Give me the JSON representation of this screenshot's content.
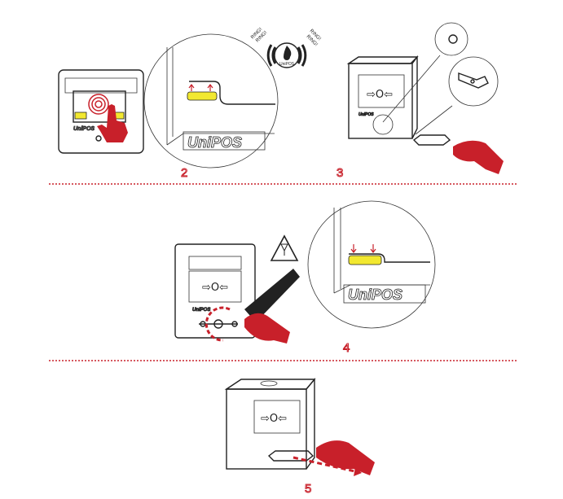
{
  "steps": {
    "s2": "2",
    "s3": "3",
    "s4": "4",
    "s5": "5"
  },
  "alarm_icon": {
    "ring_text": "RING!",
    "brand": "UniPOS"
  },
  "device": {
    "brand": "UniPOS",
    "reset_symbol": "⇨O⇦"
  },
  "colors": {
    "accent_red": "#c8202a",
    "indicator_yellow": "#f2e830",
    "line": "#222222"
  },
  "icons": [
    "press-hand-icon",
    "alarm-ring-icon",
    "warning-triangle-icon",
    "reset-key-icon",
    "rotate-arrow-icon",
    "pull-arrow-icon"
  ]
}
